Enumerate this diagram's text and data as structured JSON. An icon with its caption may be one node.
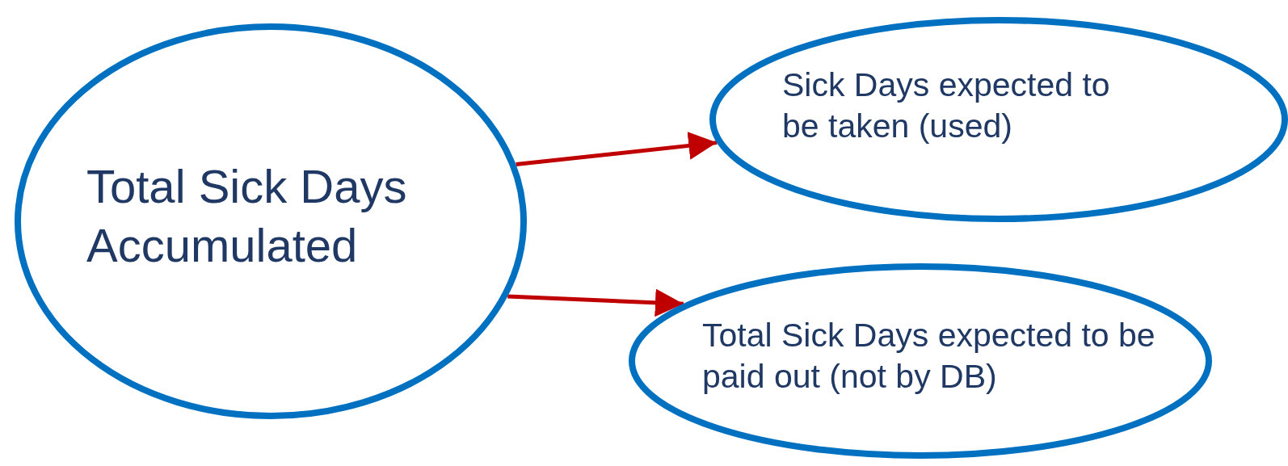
{
  "diagram": {
    "nodes": [
      {
        "text": [
          "Total Sick Days Accumulated"
        ]
      },
      {
        "text": [
          "Sick Days expected to be taken (used)"
        ]
      },
      {
        "text": [
          "Total Sick Days expected to be paid out (not by DB)"
        ]
      }
    ],
    "edges": [
      {
        "from": 0,
        "to": 1,
        "arrow": "to"
      },
      {
        "from": 0,
        "to": 2,
        "arrow": "to"
      }
    ]
  }
}
